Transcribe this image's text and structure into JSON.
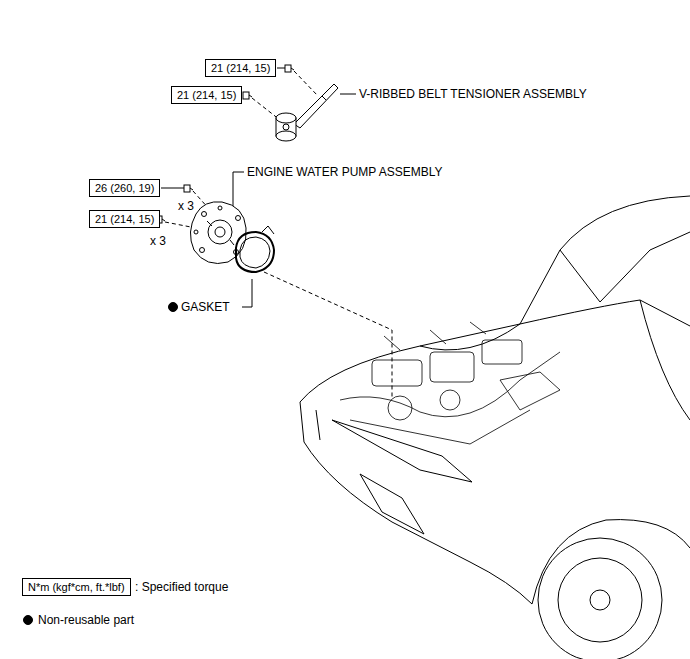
{
  "diagram": {
    "nodes": [
      {
        "text": [
          "21 (214, 15)"
        ]
      },
      {
        "text": [
          "21 (214, 15)"
        ]
      },
      {
        "text": [
          "26 (260, 19)"
        ]
      },
      {
        "text": [
          "21 (214, 15)"
        ]
      },
      {
        "text": [
          "N*m (kgf*cm, ft.*lbf)"
        ]
      }
    ],
    "labels": [
      "V-RIBBED BELT TENSIONER ASSEMBLY",
      "ENGINE WATER PUMP ASSEMBLY",
      "x 3",
      "x 3",
      "GASKET"
    ],
    "legend": [
      {
        "text": ": Specified torque"
      },
      {
        "text": "Non-reusable part"
      }
    ]
  }
}
